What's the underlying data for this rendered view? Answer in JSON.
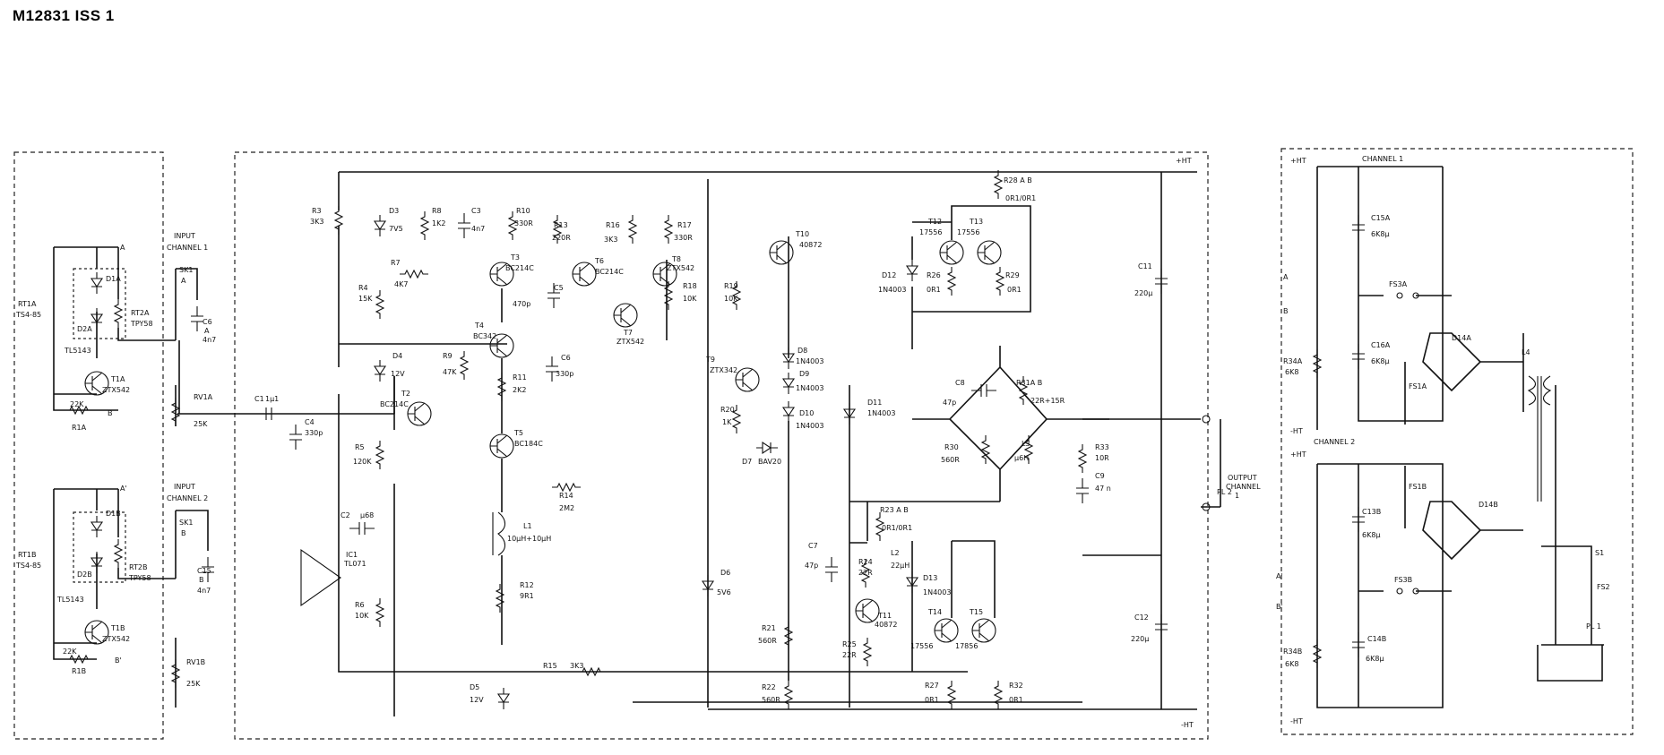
{
  "document": {
    "title": "M12831 ISS 1"
  },
  "power_rails": {
    "pos": "+HT",
    "neg": "-HT"
  },
  "input_section": {
    "channel1": {
      "input_label_line1": "INPUT",
      "input_label_line2": "CHANNEL 1",
      "socket": "SK1",
      "socket_pin": "A",
      "rt1": "RT1A",
      "rt1_type": "TS4-85",
      "diode1": "D1A",
      "diode2": "D2A",
      "opto": "TL5143",
      "rt2": "RT2A",
      "rt2_type": "TPY58",
      "c6": "C6",
      "c6_sub": "A",
      "c6_val": "4n7",
      "transistor": "T1A",
      "transistor_type": "ZTX542",
      "resistor": "R1A",
      "resistor_val": "22K",
      "pot": "RV1A",
      "pot_val": "25K",
      "node_a": "A",
      "node_b": "B"
    },
    "channel2": {
      "input_label_line1": "INPUT",
      "input_label_line2": "CHANNEL 2",
      "socket": "SK1",
      "socket_pin": "B",
      "rt1": "RT1B",
      "rt1_type": "TS4-85",
      "diode1": "D1B",
      "diode2": "D2B",
      "opto": "TL5143",
      "rt2": "RT2B",
      "rt2_type": "TPY58",
      "c15": "C15",
      "c15_sub": "B",
      "c15_val": "4n7",
      "transistor": "T1B",
      "transistor_type": "ZTX542",
      "resistor": "R1B",
      "resistor_val": "22K",
      "pot": "RV1B",
      "pot_val": "25K",
      "node_a": "A'",
      "node_b": "B'"
    }
  },
  "amplifier": {
    "c1": "C1",
    "c1_val": "1µ1",
    "c4": "C4",
    "c4_val": "330p",
    "r3": "R3",
    "r3_val": "3K3",
    "d3": "D3",
    "d3_val": "7V5",
    "r8": "R8",
    "r8_val": "1K2",
    "c3": "C3",
    "c3_val": "4n7",
    "r10": "R10",
    "r10_val": "330R",
    "r13": "R13",
    "r13_val": "220R",
    "r16": "R16",
    "r16_val": "3K3",
    "r17": "R17",
    "r17_val": "330R",
    "r7": "R7",
    "r7_val": "4K7",
    "r4": "R4",
    "r4_val": "15K",
    "t3": "T3",
    "t3_type": "BC214C",
    "t6": "T6",
    "t6_type": "BC214C",
    "t8": "T8",
    "t8_type": "ZTX542",
    "t7": "T7",
    "t7_type": "ZTX542",
    "c5": "C5",
    "c5_val": "470p",
    "c8_small": "C6",
    "c8_small_val": "330p",
    "r18": "R18",
    "r18_val": "10K",
    "r19": "R19",
    "r19_val": "10K",
    "t10": "T10",
    "t10_type": "40872",
    "d4": "D4",
    "d4_val": "12V",
    "r9": "R9",
    "r9_val": "47K",
    "t4": "T4",
    "t4_type": "BC342",
    "t2": "T2",
    "t2_type": "BC214C",
    "r11": "R11",
    "r11_val": "2K2",
    "t5": "T5",
    "t5_type": "BC184C",
    "r5": "R5",
    "r5_val": "120K",
    "t9": "T9",
    "t9_type": "ZTX342",
    "r20": "R20",
    "r20_val": "1K",
    "d7": "D7",
    "d7_type": "BAV20",
    "d8": "D8",
    "d8_type": "1N4003",
    "d9": "D9",
    "d9_type": "1N4003",
    "d10": "D10",
    "d10_type": "1N4003",
    "d11": "D11",
    "d11_type": "1N4003",
    "r14": "R14",
    "r14_val": "2M2",
    "c2": "C2",
    "c2_val": "µ68",
    "ic1": "IC1",
    "ic1_type": "TL071",
    "r6": "R6",
    "r6_val": "10K",
    "l1": "L1",
    "l1_val": "10µH+10µH",
    "r12": "R12",
    "r12_val": "9R1",
    "r15": "R15",
    "r15_val": "3K3",
    "d5": "D5",
    "d5_val": "12V",
    "d6": "D6",
    "d6_val": "5V6",
    "r28": "R28 A B",
    "r28_val": "0R1/0R1",
    "t12": "T12",
    "t12_type": "17556",
    "t13": "T13",
    "t13_type": "17556",
    "d12": "D12",
    "d12_type": "1N4003",
    "r26": "R26",
    "r26_val": "0R1",
    "r29": "R29",
    "r29_val": "0R1",
    "c8": "C8",
    "c8_val": "47p",
    "r31": "R31A B",
    "r31_val": "22R+15R",
    "r30": "R30",
    "r30_val": "560R",
    "l3": "L3",
    "l3_val": "µ6H",
    "r33": "R33",
    "r33_val": "10R",
    "c9": "C9",
    "c9_val": "47 n",
    "c11": "C11",
    "c11_val": "220µ",
    "c12": "C12",
    "c12_val": "220µ",
    "output_label1": "OUTPUT",
    "output_label2": "CHANNEL",
    "output_label3": "1",
    "pl2": "PL 2",
    "r23": "R23 A B",
    "r23_val": "0R1/0R1",
    "c7": "C7",
    "c7_val": "47p",
    "r24": "R24",
    "r24_val": "22R",
    "l2": "L2",
    "l2_val": "22µH",
    "d13": "D13",
    "d13_type": "1N4003",
    "t11": "T11",
    "t11_type": "40872",
    "t14": "T14",
    "t14_type": "17556",
    "t15": "T15",
    "t15_type": "17856",
    "r21": "R21",
    "r21_val": "560R",
    "r25": "R25",
    "r25_val": "22R",
    "r22": "R22",
    "r22_val": "560R",
    "r27": "R27",
    "r27_val": "0R1",
    "r32": "R32",
    "r32_val": "0R1"
  },
  "psu": {
    "ch1_label": "CHANNEL 1",
    "ch2_label": "CHANNEL 2",
    "c15a": "C15A",
    "c15a_val": "6K8µ",
    "c16a": "C16A",
    "c16a_val": "6K8µ",
    "f53a": "FS3A",
    "f51a": "FS1A",
    "d14a": "D14A",
    "l4": "L4",
    "r34a": "R34A",
    "r34a_val": "6K8",
    "f51b": "FS1B",
    "d14b": "D14B",
    "c13b": "C13B",
    "c13b_val": "6K8µ",
    "f53b": "FS3B",
    "c14b": "C14B",
    "c14b_val": "6K8µ",
    "r34b": "R34B",
    "r34b_val": "6K8",
    "s1": "S1",
    "fs2": "FS2",
    "pl1": "PL 1",
    "node_a": "A",
    "node_b": "B",
    "node_a2": "A'",
    "node_b2": "B'"
  }
}
